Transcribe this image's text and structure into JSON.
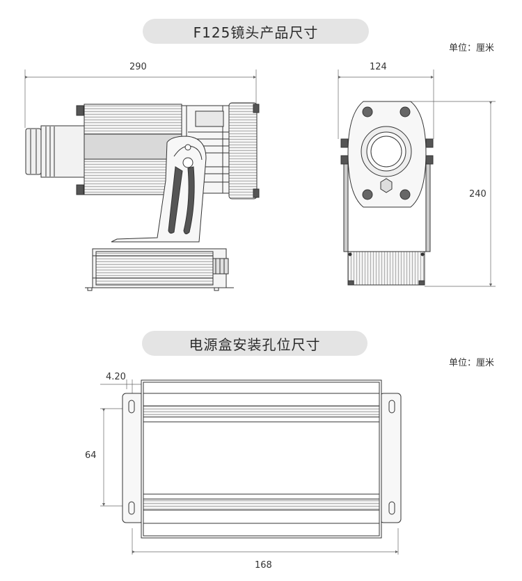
{
  "section1": {
    "title": "F125镜头产品尺寸",
    "unit": "单位：厘米",
    "dims": {
      "side_width": "290",
      "front_width": "124",
      "front_height": "240"
    }
  },
  "section2": {
    "title": "电源盒安装孔位尺寸",
    "unit": "单位：厘米",
    "dims": {
      "hole_offset": "4.20",
      "hole_spacing": "64",
      "total_width": "168"
    }
  },
  "colors": {
    "pill_bg": "#e4e4e4",
    "line": "#333333",
    "dim_line": "#666666"
  }
}
